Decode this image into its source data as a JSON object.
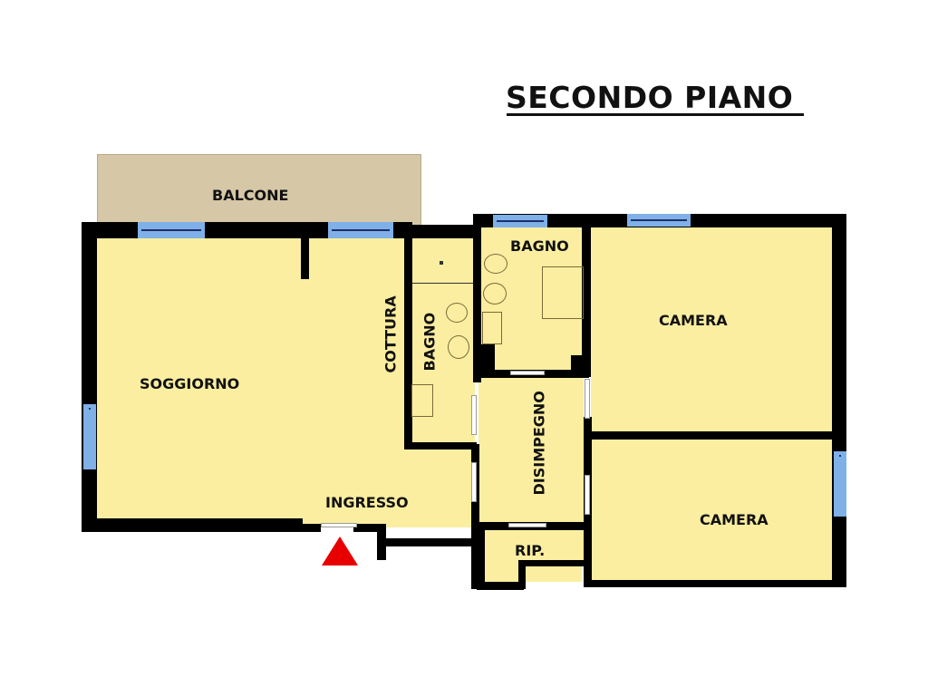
{
  "title": "SECONDO PIANO",
  "rooms": {
    "balcone": "BALCONE",
    "soggiorno": "SOGGIORNO",
    "cottura": "COTTURA",
    "bagno_1": "BAGNO",
    "bagno_2": "BAGNO",
    "camera_1": "CAMERA",
    "camera_2": "CAMERA",
    "disimpegno": "DISIMPEGNO",
    "ingresso": "INGRESSO",
    "ripostiglio": "RIP."
  },
  "colors": {
    "floor": "#fbeea0",
    "balcony": "#d6c7a6",
    "wall": "#000000",
    "window": "#7fb0e8",
    "entrance_marker": "#e80000"
  },
  "entrance_marker": "entrance-triangle"
}
